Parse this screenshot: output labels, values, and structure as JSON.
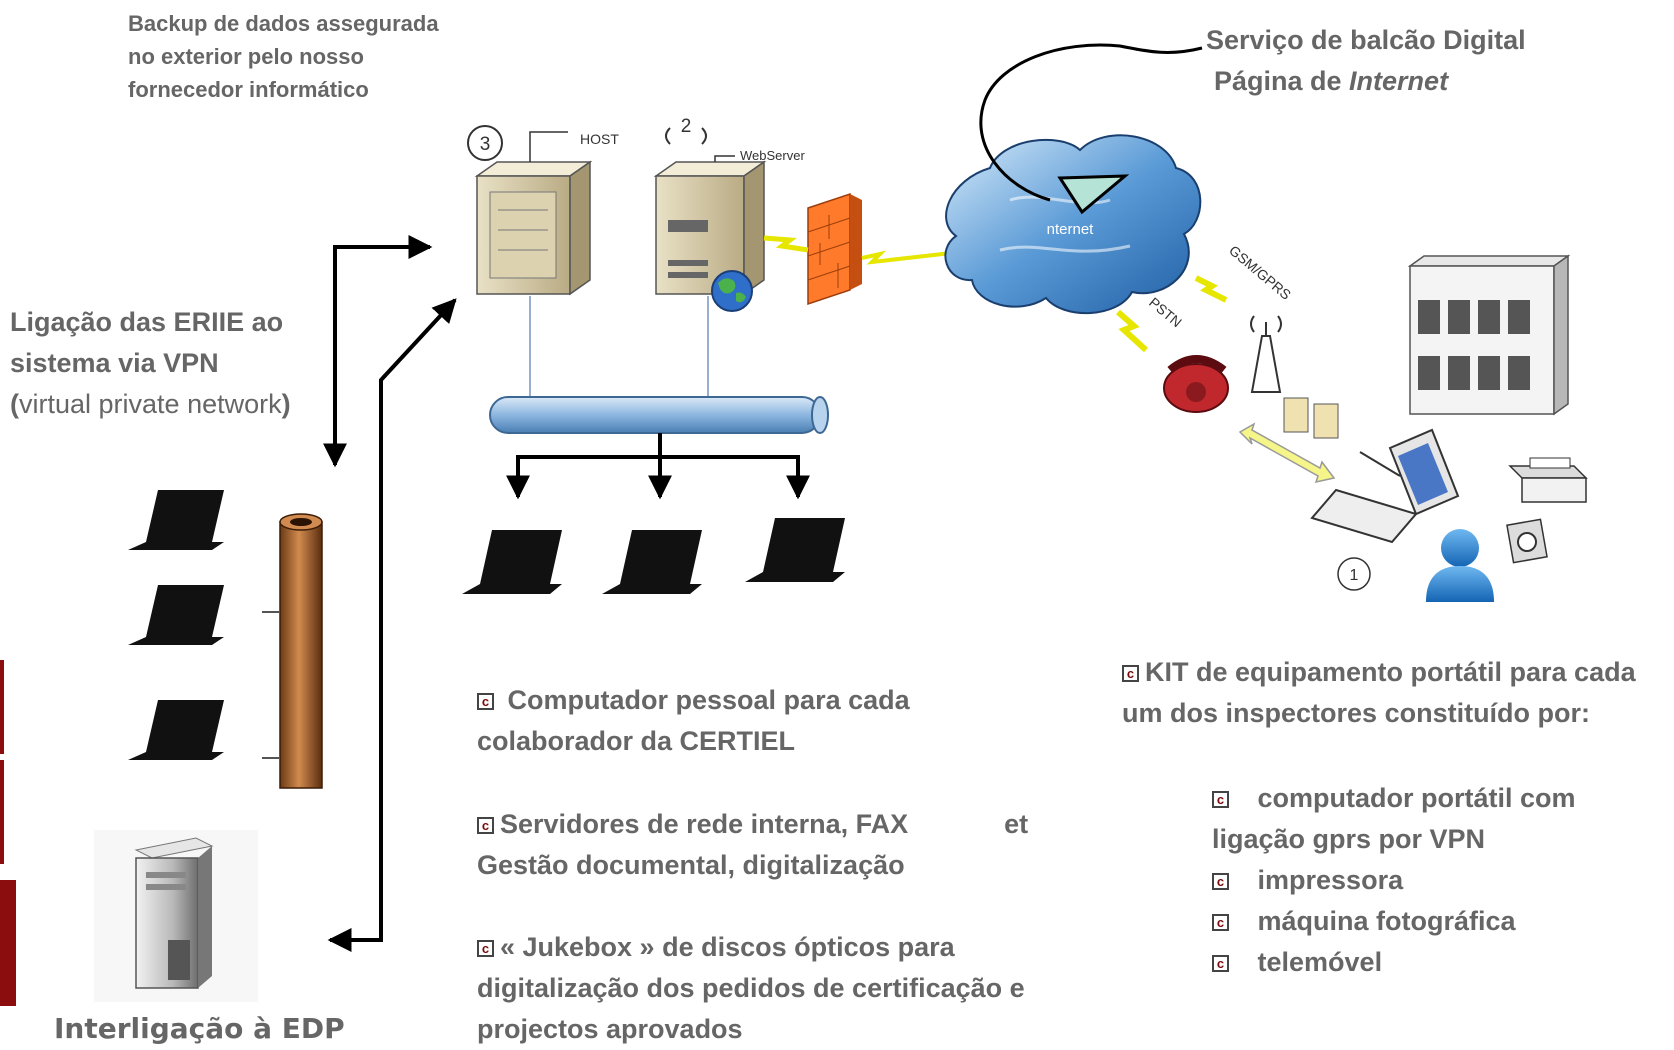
{
  "backup_note": [
    "Backup de dados assegurada",
    "no exterior pelo nosso",
    "fornecedor informático"
  ],
  "balcao": {
    "line1": "Serviço de balcão Digital",
    "line2_prefix": "Página de ",
    "line2_italic": "Internet"
  },
  "vpn": {
    "line1": "Ligação das ERIIE ao",
    "line2": "sistema via VPN",
    "line3_open": "(",
    "line3_text": "virtual private network",
    "line3_close": ")"
  },
  "edp_label": "Interligação à EDP",
  "labels": {
    "host": "HOST",
    "webserver": "WebServer",
    "internet": "nternet",
    "gsm": "GSM/GPRS",
    "pstn": "PSTN",
    "num3": "3",
    "num2": "2",
    "num1": "1"
  },
  "bullet_glyph": "c",
  "center_items": [
    {
      "line1": "Computador pessoal para cada",
      "line2": "colaborador da CERTIEL"
    },
    {
      "line1": "Servidores de rede interna, FAX",
      "line1b": "et",
      "line2": "Gestão documental, digitalização"
    },
    {
      "line1": "«  Jukebox  » de discos ópticos para",
      "line2": "digitalização dos pedidos de certificação e",
      "line3": "projectos aprovados"
    }
  ],
  "kit": {
    "intro1": "KIT de equipamento portátil para cada",
    "intro2": "um dos inspectores constituído por:",
    "items": [
      "computador portátil com",
      "impressora",
      "máquina fotográfica",
      "telemóvel"
    ],
    "item1_line2": "ligação gprs por VPN"
  },
  "colors": {
    "text": "#666666",
    "arrow": "#000000",
    "accent_bar": "#8b0d0d",
    "pipe": "#8cb6e0",
    "firewall": "#ff7a2a",
    "cloud": "#3d7fc4",
    "bolt": "#f2f200",
    "phone": "#c0282d",
    "user": "#1f82d8"
  }
}
